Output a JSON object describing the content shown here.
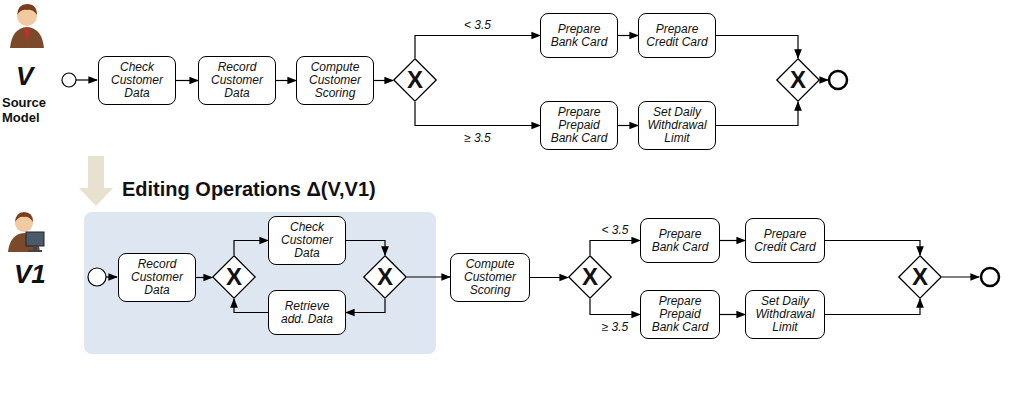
{
  "diagram": {
    "nodes": [
      {
        "text": [
          "Check Customer Data"
        ]
      },
      {
        "text": [
          "Record Customer Data"
        ]
      },
      {
        "text": [
          "Compute Customer Scoring"
        ]
      },
      {
        "text": [
          "X"
        ]
      },
      {
        "text": [
          "Prepare Bank Card"
        ]
      },
      {
        "text": [
          "Prepare Credit Card"
        ]
      },
      {
        "text": [
          "Prepare Prepaid Bank Card"
        ]
      },
      {
        "text": [
          "Set Daily Withdrawal Limit"
        ]
      },
      {
        "text": [
          "X"
        ]
      },
      {
        "text": [
          "Record Customer Data"
        ]
      },
      {
        "text": [
          "X"
        ]
      },
      {
        "text": [
          "Check Customer Data"
        ]
      },
      {
        "text": [
          "Retrieve add. Data"
        ]
      },
      {
        "text": [
          "X"
        ]
      },
      {
        "text": [
          "Compute Customer Scoring"
        ]
      },
      {
        "text": [
          "X"
        ]
      },
      {
        "text": [
          "Prepare Bank Card"
        ]
      },
      {
        "text": [
          "Prepare Credit Card"
        ]
      },
      {
        "text": [
          "Prepare Prepaid Bank Card"
        ]
      },
      {
        "text": [
          "Set Daily Withdrawal Limit"
        ]
      },
      {
        "text": [
          "X"
        ]
      }
    ],
    "edges": [
      {
        "from": 0,
        "to": 1,
        "arrow": "to"
      },
      {
        "from": 1,
        "to": 2,
        "arrow": "to"
      },
      {
        "from": 2,
        "to": 3,
        "arrow": "to"
      },
      {
        "from": 3,
        "to": 4,
        "label": "< 3.5",
        "arrow": "to"
      },
      {
        "from": 3,
        "to": 6,
        "label": "≥ 3.5",
        "arrow": "to"
      },
      {
        "from": 4,
        "to": 5,
        "arrow": "to"
      },
      {
        "from": 6,
        "to": 7,
        "arrow": "to"
      },
      {
        "from": 5,
        "to": 8,
        "arrow": "to"
      },
      {
        "from": 7,
        "to": 8,
        "arrow": "to"
      },
      {
        "from": 9,
        "to": 10,
        "arrow": "to"
      },
      {
        "from": 10,
        "to": 11,
        "arrow": "to"
      },
      {
        "from": 11,
        "to": 13,
        "arrow": "to"
      },
      {
        "from": 13,
        "to": 12,
        "arrow": "to"
      },
      {
        "from": 12,
        "to": 10,
        "arrow": "to"
      },
      {
        "from": 13,
        "to": 14,
        "arrow": "to"
      },
      {
        "from": 14,
        "to": 15,
        "arrow": "to"
      },
      {
        "from": 15,
        "to": 16,
        "label": "< 3.5",
        "arrow": "to"
      },
      {
        "from": 15,
        "to": 18,
        "label": "≥ 3.5",
        "arrow": "to"
      },
      {
        "from": 16,
        "to": 17,
        "arrow": "to"
      },
      {
        "from": 18,
        "to": 19,
        "arrow": "to"
      },
      {
        "from": 17,
        "to": 20,
        "arrow": "to"
      },
      {
        "from": 19,
        "to": 20,
        "arrow": "to"
      }
    ],
    "labels": [
      "V",
      "Source Model",
      "Editing Operations Δ(V,V1)",
      "V1"
    ]
  }
}
